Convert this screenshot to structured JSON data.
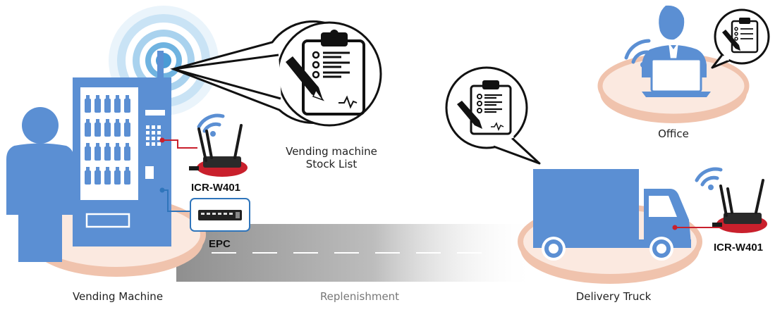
{
  "labels": {
    "vending_machine": "Vending Machine",
    "replenishment": "Replenishment",
    "delivery_truck": "Delivery Truck",
    "office": "Office",
    "stock_list_line1": "Vending machine",
    "stock_list_line2": "Stock List",
    "router_left": "ICR-W401",
    "router_right": "ICR-W401",
    "epc": "EPC"
  },
  "colors": {
    "blue": "#5b8fd3",
    "blue_dark": "#3f74b8",
    "salmon": "#f0c3ad",
    "salmon_light": "#fbe9e0",
    "router_red": "#c9202c",
    "road": "#9d9d9d",
    "black": "#111111"
  },
  "icons": [
    "person-icon",
    "vending-machine-icon",
    "wifi-signal-icon",
    "router-icon",
    "epc-device-icon",
    "clipboard-icon",
    "pencil-icon",
    "truck-icon",
    "laptop-icon",
    "office-worker-icon"
  ]
}
